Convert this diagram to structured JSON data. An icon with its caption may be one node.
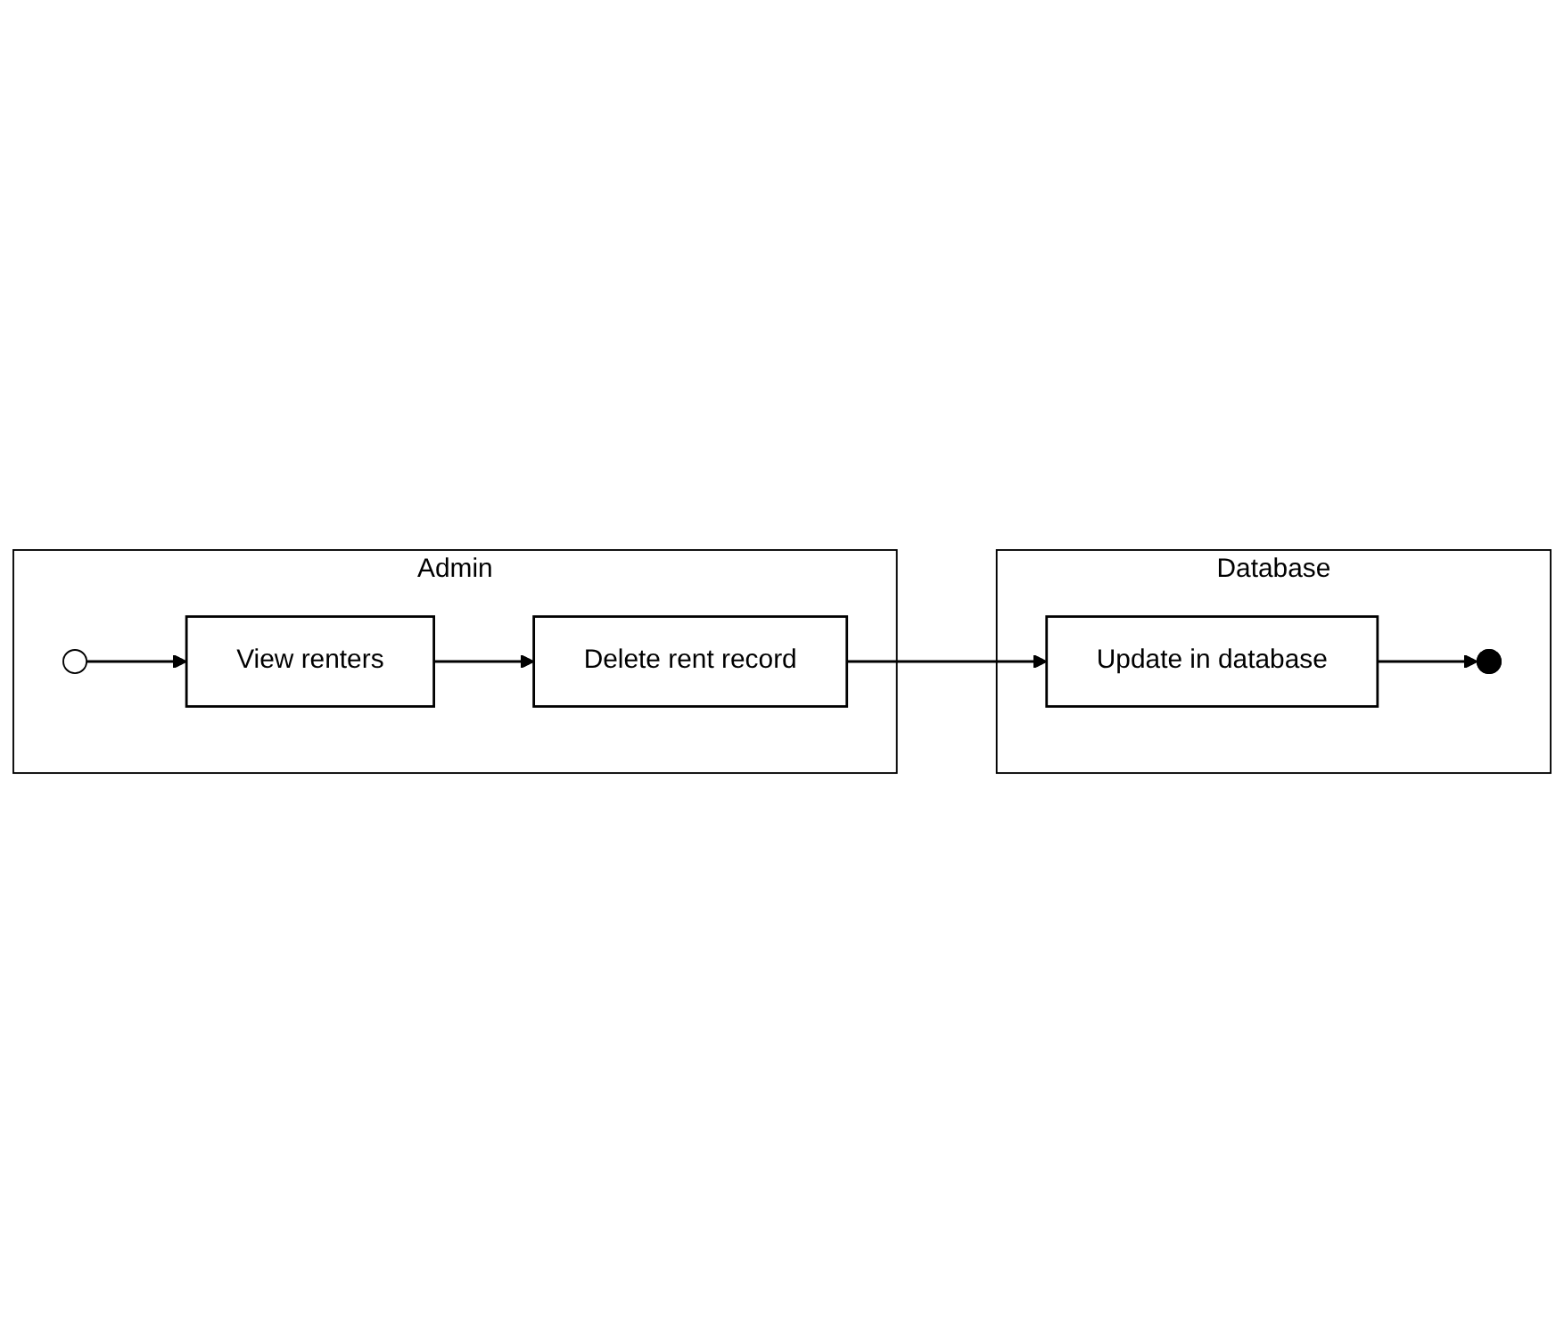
{
  "diagram": {
    "nodes": [
      {
        "text": [
          "Admin"
        ]
      },
      {
        "text": [],
        "shape": "circle",
        "in": 0
      },
      {
        "text": [
          "View renters"
        ],
        "in": 0
      },
      {
        "text": [
          "Delete rent record"
        ],
        "in": 0
      },
      {
        "text": [
          "Database"
        ]
      },
      {
        "text": [
          "Update in database"
        ],
        "in": 4
      },
      {
        "text": [],
        "shape": "circle",
        "in": 4
      }
    ],
    "edges": [
      {
        "from": 1,
        "to": 2,
        "arrow": "to"
      },
      {
        "from": 2,
        "to": 3,
        "arrow": "to"
      },
      {
        "from": 3,
        "to": 5,
        "arrow": "to"
      },
      {
        "from": 5,
        "to": 6,
        "arrow": "to"
      }
    ]
  }
}
